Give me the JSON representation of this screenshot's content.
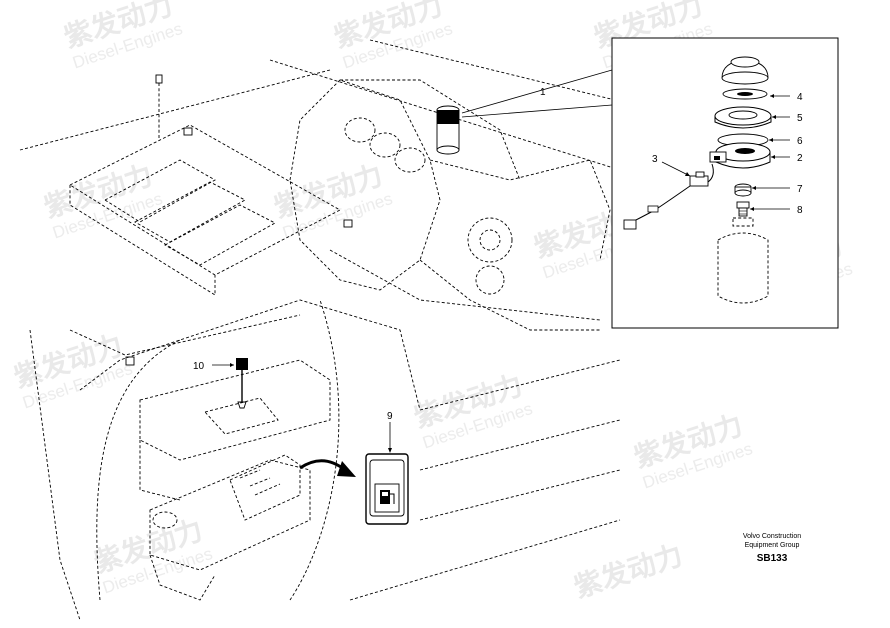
{
  "watermark": {
    "cn_text": "紫发动力",
    "en_text": "Diesel-Engines"
  },
  "diagram": {
    "callouts": [
      {
        "id": "c1",
        "label": "1"
      },
      {
        "id": "c2",
        "label": "2"
      },
      {
        "id": "c3",
        "label": "3"
      },
      {
        "id": "c4",
        "label": "4"
      },
      {
        "id": "c5",
        "label": "5"
      },
      {
        "id": "c6",
        "label": "6"
      },
      {
        "id": "c7",
        "label": "7"
      },
      {
        "id": "c8",
        "label": "8"
      },
      {
        "id": "c9",
        "label": "9"
      },
      {
        "id": "c10",
        "label": "10"
      }
    ]
  },
  "branding": {
    "line1": "Volvo Construction",
    "line2": "Equipment Group",
    "code": "SB133"
  }
}
